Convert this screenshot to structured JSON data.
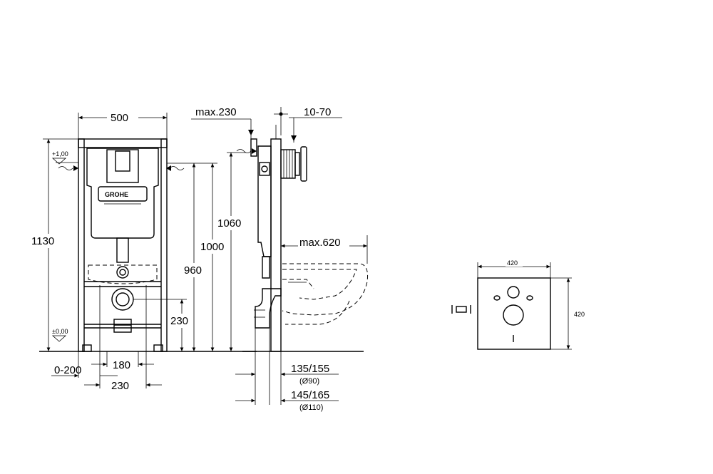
{
  "front_view": {
    "dims": {
      "width": "500",
      "height_total": "1130",
      "level_top": "+1,00",
      "level_zero": "±0,00",
      "h_960": "960",
      "h_1000": "1000",
      "h_1060": "1060",
      "h_230": "230",
      "offset": "0-200",
      "w_180": "180",
      "w_230": "230"
    },
    "brand": "GROHE"
  },
  "side_view": {
    "dims": {
      "max_230": "max.230",
      "range_10_70": "10-70",
      "max_620": "max.620",
      "d_135_155": "135/155",
      "d_90": "(Ø90)",
      "d_145_165": "145/165",
      "d_110": "(Ø110)"
    }
  },
  "pad_view": {
    "dims": {
      "width": "420",
      "height": "420"
    }
  }
}
